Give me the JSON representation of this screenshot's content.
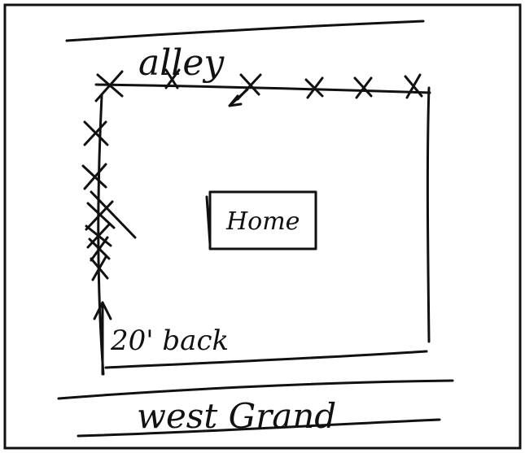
{
  "labels": {
    "top_street": "alley",
    "home": "Home",
    "distance": "20' back",
    "bottom_street": "west Grand"
  },
  "colors": {
    "ink": "#111111",
    "paper": "#ffffff"
  },
  "fence_marker_glyph": "X"
}
